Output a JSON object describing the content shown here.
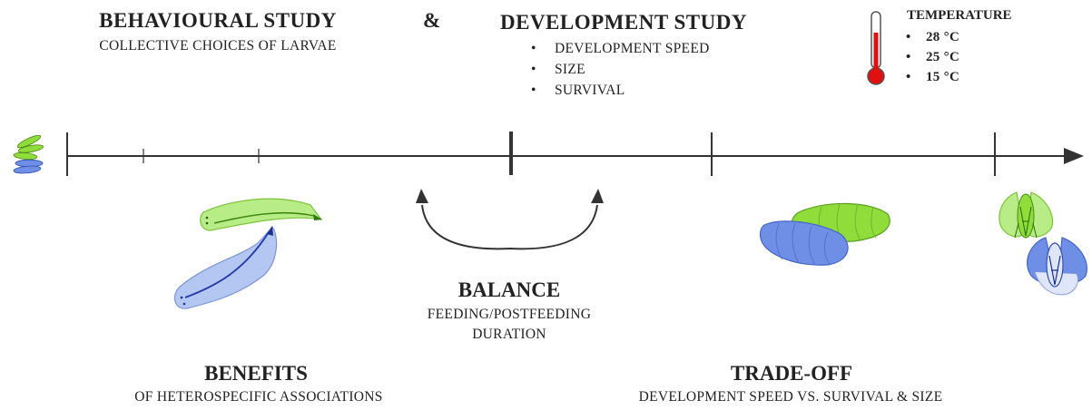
{
  "behavioural": {
    "title": "BEHAVIOURAL  STUDY",
    "subtitle": "COLLECTIVE  CHOICES OF LARVAE"
  },
  "ampersand": "&",
  "development": {
    "title": "DEVELOPMENT  STUDY",
    "items": [
      "DEVELOPMENT  SPEED",
      "SIZE",
      "SURVIVAL"
    ]
  },
  "temperature": {
    "title": "TEMPERATURE",
    "items": [
      "28 °C",
      "25 °C",
      "15 °C"
    ]
  },
  "balance": {
    "title": "BALANCE",
    "line1": "FEEDING/POSTFEEDING",
    "line2": "DURATION"
  },
  "benefits": {
    "title": "BENEFITS",
    "subtitle": "OF HETEROSPECIFIC  ASSOCIATIONS"
  },
  "tradeoff": {
    "title": "TRADE-OFF",
    "subtitle": "DEVELOPMENT  SPEED VS. SURVIVAL & SIZE"
  },
  "colors": {
    "green": "#8fdc3a",
    "blue": "#6f8fe6",
    "line": "#333333",
    "thermometer": "#e01010"
  },
  "icons": [
    "eggs-icon",
    "larva-green-icon",
    "larva-blue-icon",
    "pupa-green-icon",
    "pupa-blue-icon",
    "fly-green-icon",
    "fly-blue-icon",
    "thermometer-icon",
    "balance-arrow-icon"
  ]
}
